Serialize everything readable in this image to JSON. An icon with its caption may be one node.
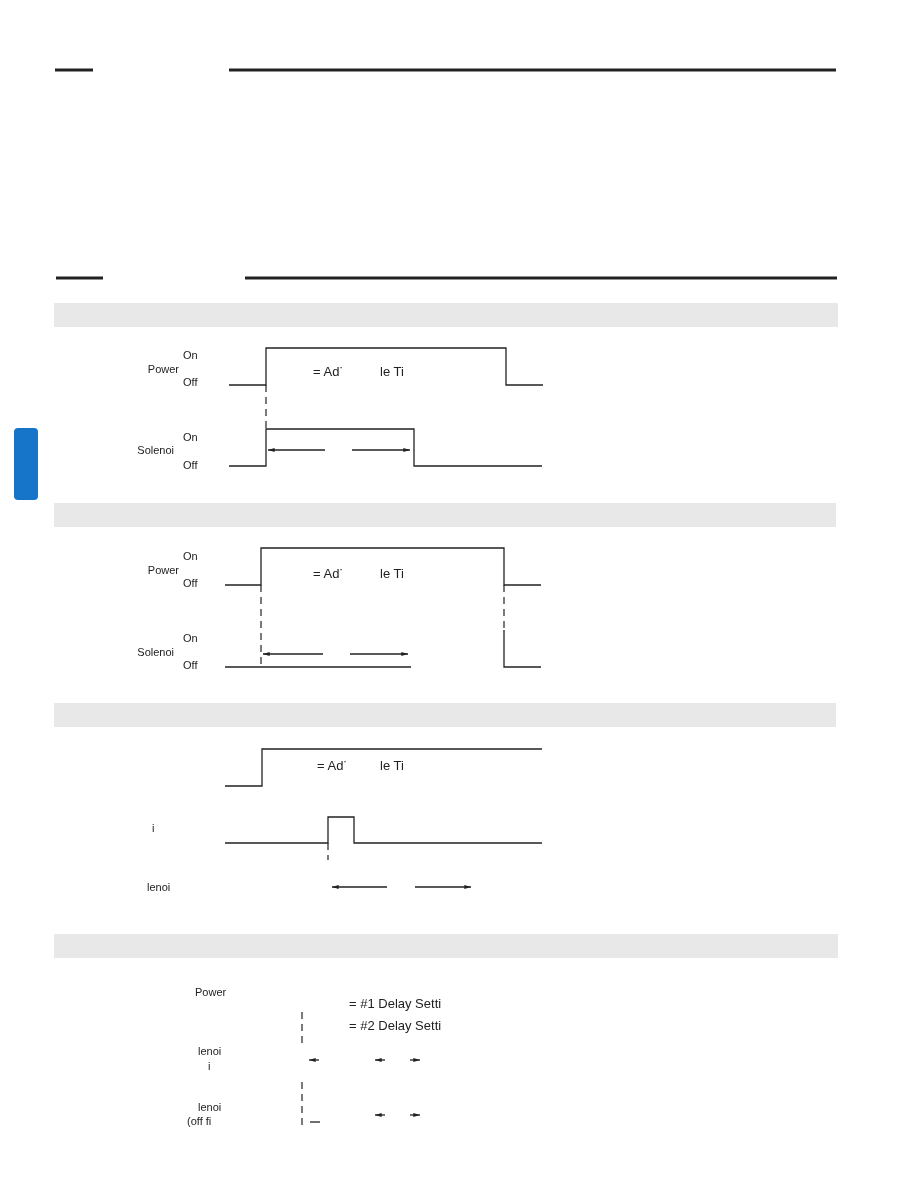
{
  "diagram": {
    "nodes": [
      {
        "text": [],
        "shape": "bar"
      },
      {
        "text": [],
        "shape": "bar"
      },
      {
        "text": [],
        "shape": "bar"
      },
      {
        "text": [],
        "shape": "bar"
      }
    ],
    "labels": [
      "On",
      "Power",
      "Off",
      "= Ad˙",
      "le Ti",
      "On",
      "Solenoi",
      "Off",
      "On",
      "Power",
      "Off",
      "= Ad˙",
      "le Ti",
      "On",
      "Solenoi",
      "Off",
      "= Ad˙",
      "le Ti",
      "i",
      "lenoi",
      "Power",
      "= #1 Delay Setti",
      "= #2 Delay Setti",
      "lenoi",
      "i",
      "lenoi",
      "(off fi"
    ]
  }
}
